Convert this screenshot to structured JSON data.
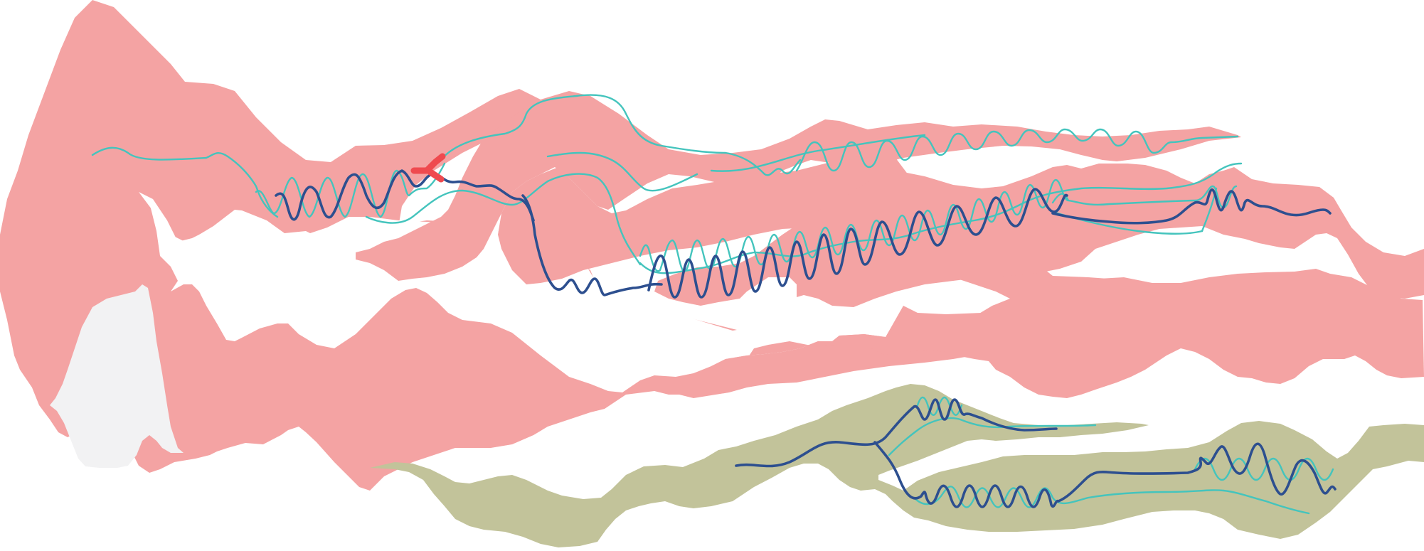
{
  "diagram": {
    "kind": "ribbon-flow-illustration",
    "colors": {
      "background": "#ffffff",
      "pink_band": "#f4a3a3",
      "olive_band": "#c2c39a",
      "inner_hole": "#f2f2f3",
      "teal_line": "#44c4bd",
      "navy_line": "#2d4f8f",
      "marker": "#ef4a4f"
    },
    "bands": [
      {
        "name": "left-mass",
        "color": "pink"
      },
      {
        "name": "upper-ribbon",
        "color": "pink"
      },
      {
        "name": "middle-ribbon",
        "color": "pink"
      },
      {
        "name": "right-ribbon",
        "color": "pink"
      },
      {
        "name": "lower-center-ribbon",
        "color": "pink"
      },
      {
        "name": "lower-olive-ribbon",
        "color": "olive"
      }
    ],
    "marker_icon": "x-cross-marker"
  }
}
